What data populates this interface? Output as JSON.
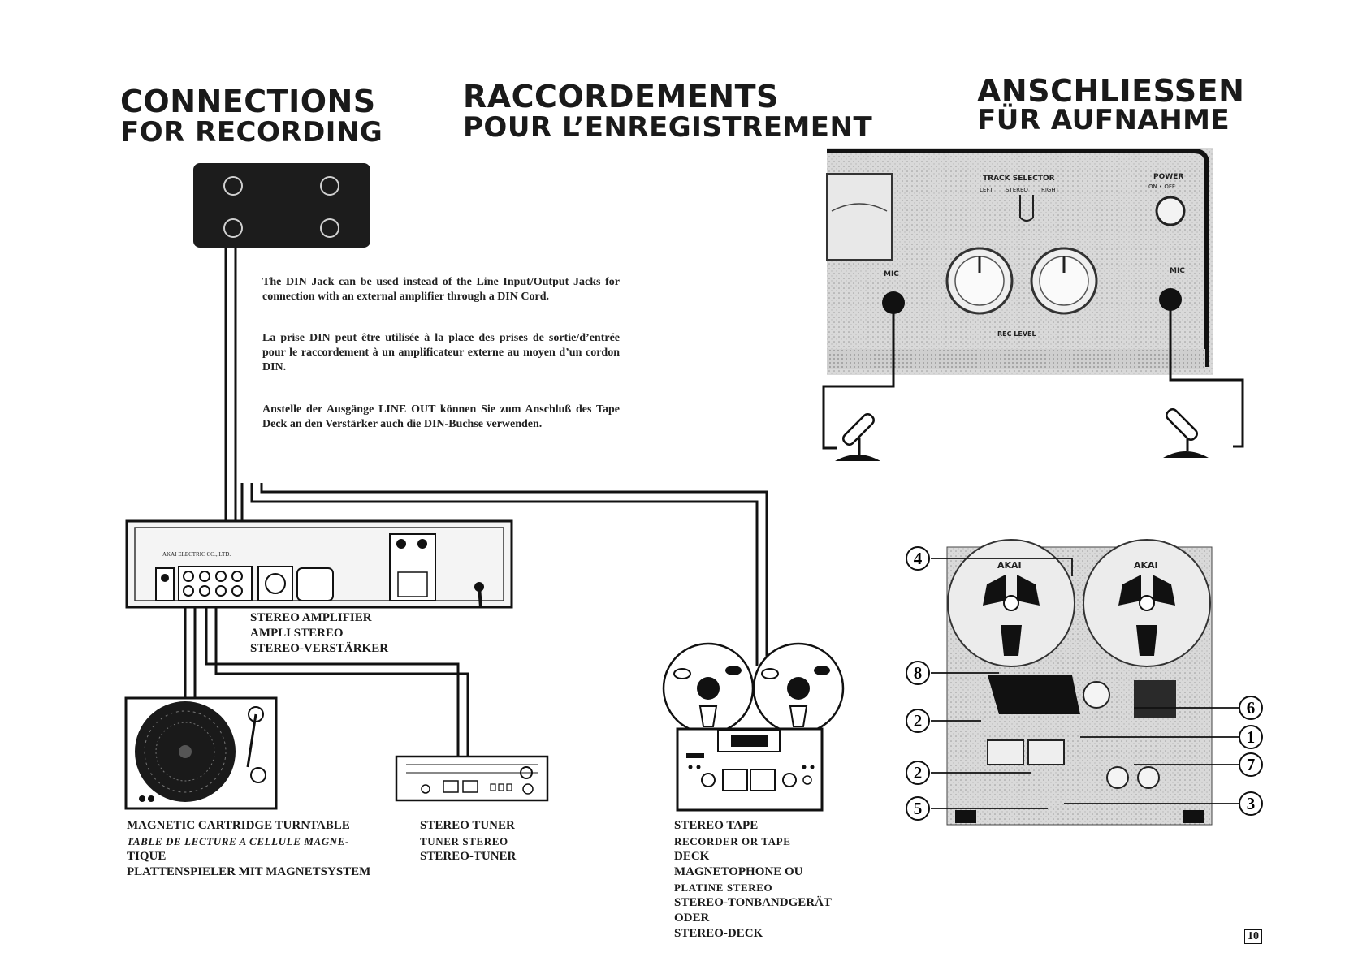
{
  "titles": {
    "en": {
      "line1": "CONNECTIONS",
      "line2": "FOR RECORDING"
    },
    "fr": {
      "line1": "RACCORDEMENTS",
      "line2": "POUR L’ENREGISTREMENT"
    },
    "de": {
      "line1": "ANSCHLIESSEN",
      "line2": "FÜR AUFNAHME"
    }
  },
  "notes": {
    "en": "The DIN Jack can be used instead of the Line Input/Output Jacks for connection with an external amplifier through a DIN Cord.",
    "fr": "La prise DIN peut être utilisée à la place des prises de sortie/d’entrée pour le raccordement à un amplificateur externe au moyen d’un cordon DIN.",
    "de": "Anstelle der Ausgänge LINE OUT können Sie zum Anschluß des Tape Deck an den Verstärker auch die DIN-Buchse verwenden."
  },
  "captions": {
    "amplifier": {
      "en": "STEREO AMPLIFIER",
      "fr": "AMPLI STEREO",
      "de": "STEREO-VERSTÄRKER"
    },
    "turntable": {
      "en": "MAGNETIC CARTRIDGE TURNTABLE",
      "fr1": "TABLE DE LECTURE A CELLULE MAGNE-",
      "fr2": "TIQUE",
      "de": "PLATTENSPIELER MIT MAGNETSYSTEM"
    },
    "tuner": {
      "en": "STEREO TUNER",
      "fr": "TUNER STEREO",
      "de": "STEREO-TUNER"
    },
    "deck": {
      "en1": "STEREO TAPE",
      "en2": "RECORDER OR TAPE",
      "en3": "DECK",
      "fr1": "MAGNETOPHONE OU",
      "fr2": "PLATINE STEREO",
      "de1": "STEREO-TONBANDGERÄT",
      "de2": "ODER",
      "de3": "STEREO-DECK"
    }
  },
  "panel_labels": {
    "track_selector": "TRACK SELECTOR",
    "left": "LEFT",
    "stereo": "STEREO",
    "right": "RIGHT",
    "power": "POWER",
    "on_off": "ON • OFF",
    "mic": "MIC",
    "rec_level": "REC LEVEL"
  },
  "amp_brand": "AKAI ELECTRIC CO., LTD.",
  "reel_brand": "AKAI",
  "callouts": [
    "4",
    "8",
    "2",
    "2",
    "5",
    "6",
    "1",
    "7",
    "3"
  ],
  "page_number": "10"
}
